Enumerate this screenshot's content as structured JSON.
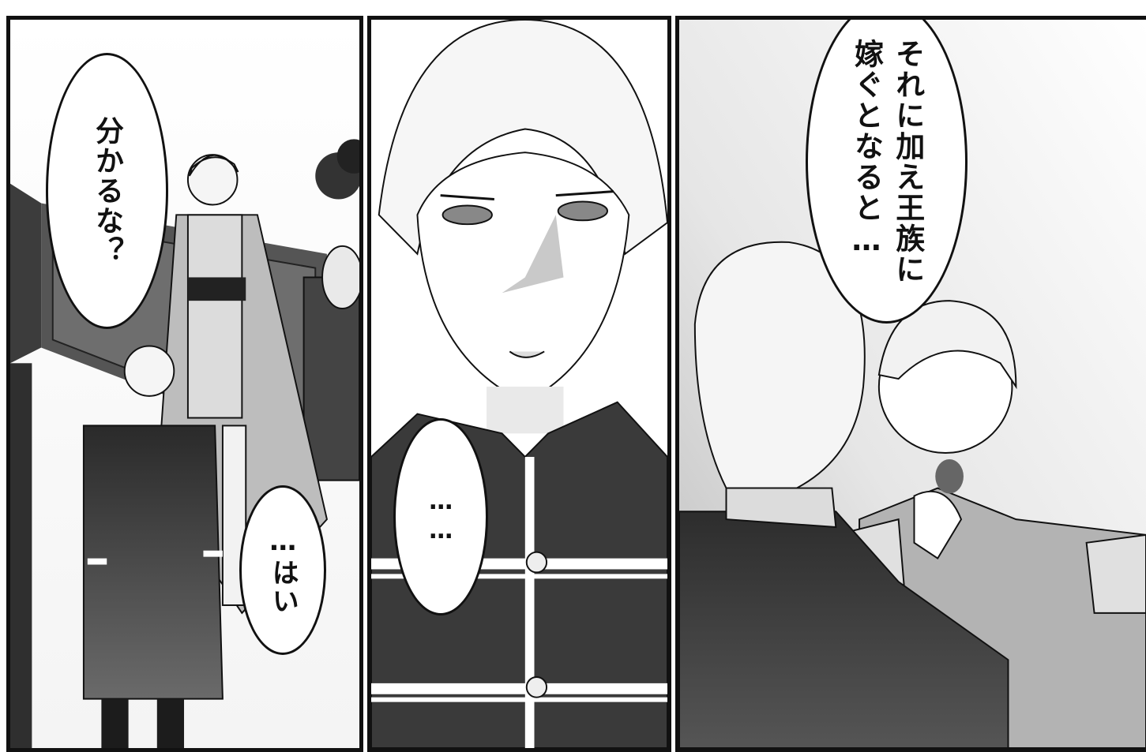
{
  "panels": [
    {
      "dialogue": [
        "分かるな？",
        "…はい"
      ]
    },
    {
      "dialogue": [
        "……"
      ]
    },
    {
      "dialogue": [
        "それに加え王族に",
        "嫁ぐとなると…"
      ]
    }
  ],
  "bubbles": {
    "p1_a": "分かるな？",
    "p1_b": "…はい",
    "p2_a": "……",
    "p3_line1": "それに加え王族に",
    "p3_line2": "嫁ぐとなると…"
  },
  "colors": {
    "ink": "#111111",
    "paper": "#ffffff",
    "tone_dark": "#3a3a3a",
    "tone_mid": "#8a8a8a",
    "tone_light": "#d6d6d6"
  }
}
